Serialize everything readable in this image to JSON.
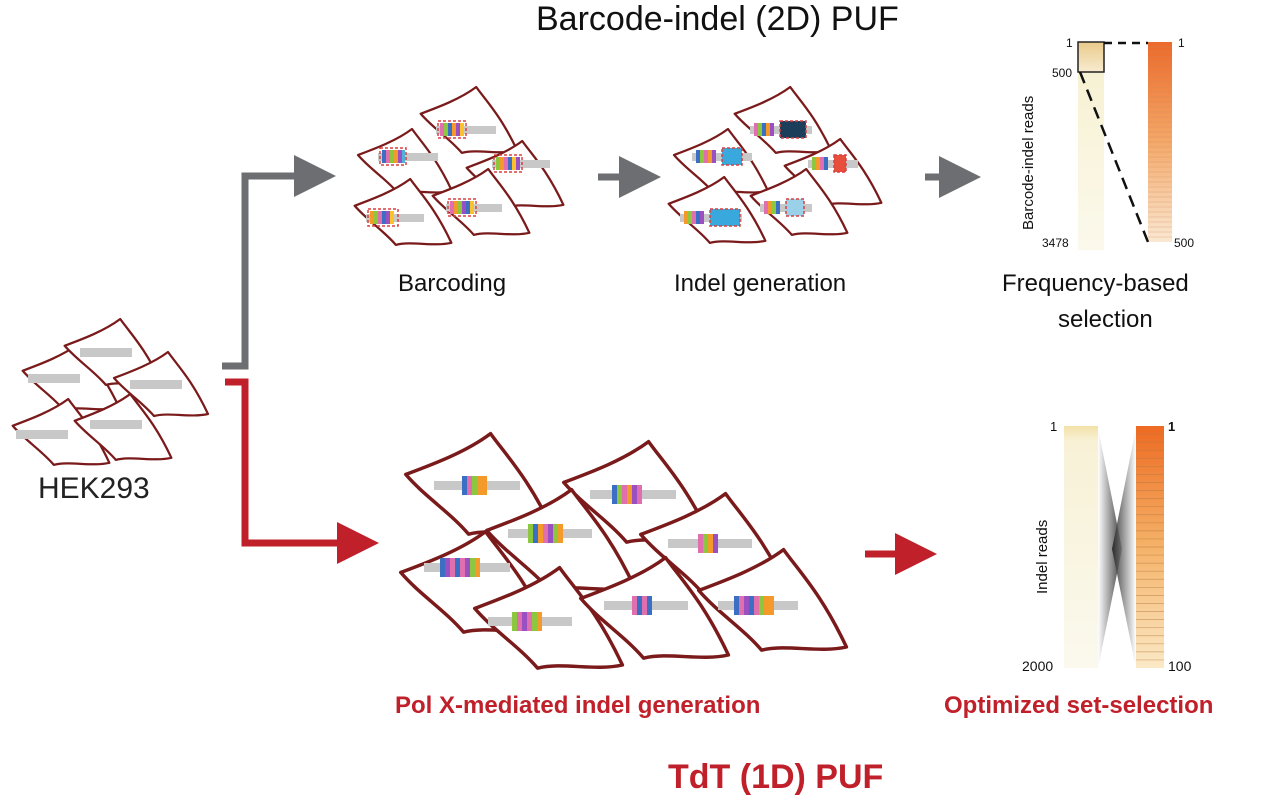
{
  "titles": {
    "top": "Barcode-indel (2D) PUF",
    "bottom": "TdT (1D) PUF"
  },
  "source_label": "HEK293",
  "steps_top": {
    "barcoding": "Barcoding",
    "indel_generation": "Indel generation",
    "frequency_line1": "Frequency-based",
    "frequency_line2": "selection"
  },
  "steps_bottom": {
    "polx": "Pol X-mediated indel generation",
    "optimized": "Optimized set-selection"
  },
  "top_chart": {
    "axis_label": "Barcode-indel reads",
    "left_top": "1",
    "left_mid": "500",
    "left_bottom": "3478",
    "right_top": "1",
    "right_bottom": "500"
  },
  "bottom_chart": {
    "axis_label": "Indel reads",
    "left_top": "1",
    "left_bottom": "2000",
    "right_top": "1",
    "right_bottom": "100"
  },
  "colors": {
    "cell_outline": "#7a1a1a",
    "gray_arrow": "#6d6e71",
    "red_arrow": "#c0202a",
    "orange_bar": "#f07a30",
    "cream_bar": "#f5f0d6"
  }
}
